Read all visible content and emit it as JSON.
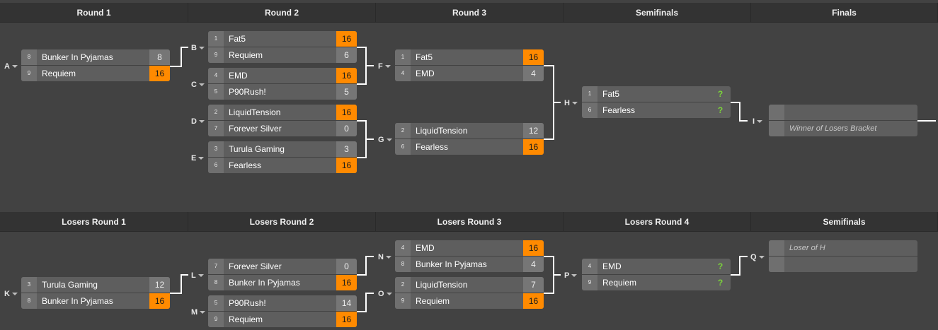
{
  "headers_top": [
    "Round 1",
    "Round 2",
    "Round 3",
    "Semifinals",
    "Finals"
  ],
  "headers_bottom": [
    "Losers Round 1",
    "Losers Round 2",
    "Losers Round 3",
    "Losers Round 4",
    "Semifinals"
  ],
  "colors": {
    "background": "#424242",
    "header": "#333333",
    "winner_score": "#ff8a00",
    "pending_mark": "#7bd23a",
    "line": "#ffffff"
  },
  "matches": [
    {
      "id": "A",
      "p1": {
        "seed": "8",
        "name": "Bunker In Pyjamas",
        "score": "8"
      },
      "p2": {
        "seed": "9",
        "name": "Requiem",
        "score": "16"
      }
    },
    {
      "id": "B",
      "p1": {
        "seed": "1",
        "name": "Fat5",
        "score": "16"
      },
      "p2": {
        "seed": "9",
        "name": "Requiem",
        "score": "6"
      }
    },
    {
      "id": "C",
      "p1": {
        "seed": "4",
        "name": "EMD",
        "score": "16"
      },
      "p2": {
        "seed": "5",
        "name": "P90Rush!",
        "score": "5"
      }
    },
    {
      "id": "D",
      "p1": {
        "seed": "2",
        "name": "LiquidTension",
        "score": "16"
      },
      "p2": {
        "seed": "7",
        "name": "Forever Silver",
        "score": "0"
      }
    },
    {
      "id": "E",
      "p1": {
        "seed": "3",
        "name": "Turula Gaming",
        "score": "3"
      },
      "p2": {
        "seed": "6",
        "name": "Fearless",
        "score": "16"
      }
    },
    {
      "id": "F",
      "p1": {
        "seed": "1",
        "name": "Fat5",
        "score": "16"
      },
      "p2": {
        "seed": "4",
        "name": "EMD",
        "score": "4"
      }
    },
    {
      "id": "G",
      "p1": {
        "seed": "2",
        "name": "LiquidTension",
        "score": "12"
      },
      "p2": {
        "seed": "6",
        "name": "Fearless",
        "score": "16"
      }
    },
    {
      "id": "H",
      "p1": {
        "seed": "1",
        "name": "Fat5",
        "score": "?"
      },
      "p2": {
        "seed": "6",
        "name": "Fearless",
        "score": "?"
      }
    },
    {
      "id": "I",
      "p1": {
        "seed": "",
        "name": "",
        "score": ""
      },
      "p2": {
        "seed": "",
        "name": "Winner of Losers Bracket",
        "score": ""
      }
    },
    {
      "id": "K",
      "p1": {
        "seed": "3",
        "name": "Turula Gaming",
        "score": "12"
      },
      "p2": {
        "seed": "8",
        "name": "Bunker In Pyjamas",
        "score": "16"
      }
    },
    {
      "id": "L",
      "p1": {
        "seed": "7",
        "name": "Forever Silver",
        "score": "0"
      },
      "p2": {
        "seed": "8",
        "name": "Bunker In Pyjamas",
        "score": "16"
      }
    },
    {
      "id": "M",
      "p1": {
        "seed": "5",
        "name": "P90Rush!",
        "score": "14"
      },
      "p2": {
        "seed": "9",
        "name": "Requiem",
        "score": "16"
      }
    },
    {
      "id": "N",
      "p1": {
        "seed": "4",
        "name": "EMD",
        "score": "16"
      },
      "p2": {
        "seed": "8",
        "name": "Bunker In Pyjamas",
        "score": "4"
      }
    },
    {
      "id": "O",
      "p1": {
        "seed": "2",
        "name": "LiquidTension",
        "score": "7"
      },
      "p2": {
        "seed": "9",
        "name": "Requiem",
        "score": "16"
      }
    },
    {
      "id": "P",
      "p1": {
        "seed": "4",
        "name": "EMD",
        "score": "?"
      },
      "p2": {
        "seed": "9",
        "name": "Requiem",
        "score": "?"
      }
    },
    {
      "id": "Q",
      "p1": {
        "seed": "",
        "name": "Loser of H",
        "score": ""
      },
      "p2": {
        "seed": "",
        "name": "",
        "score": ""
      }
    }
  ]
}
